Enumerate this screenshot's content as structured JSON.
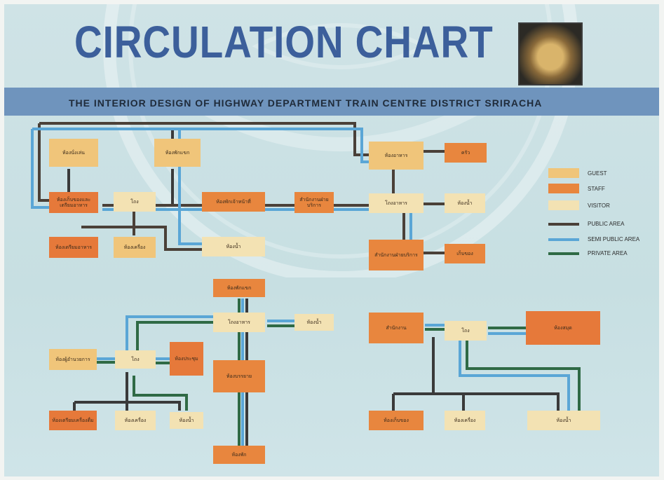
{
  "header": {
    "title": "CIRCULATION CHART",
    "subtitle": "THE   INTERIOR   DESIGN   OF   HIGHWAY   DEPARTMENT   TRAIN   CENTRE   DISTRICT   SRIRACHA"
  },
  "legend": {
    "guest": "GUEST",
    "staff": "STAFF",
    "visitor": "VISITOR",
    "public_area": "PUBLIC AREA",
    "semi_public_area": "SEMI PUBLIC AREA",
    "private_area": "PRIVATE AREA"
  },
  "colors": {
    "guest": "#f0c57a",
    "staff": "#e8863e",
    "visitor": "#f3e2b3",
    "public_line": "#4a4038",
    "semi_public_line": "#5aa6d6",
    "private_line": "#2f6a45"
  },
  "diagram_top": {
    "room_a": "ห้องนั่งเล่น",
    "room_b": "ห้องพักแขก",
    "room_c": "ห้องอาหาร",
    "room_d": "ครัว",
    "room_e": "ห้องเก็บของและเตรียมอาหาร",
    "room_f": "โถง",
    "room_g": "ห้องพักเจ้าหน้าที่",
    "room_h": "สำนักงานฝ่ายบริการ",
    "room_i": "โถงอาหาร",
    "room_j": "ห้องน้ำ",
    "room_k": "ห้องเตรียมอาหาร",
    "room_l": "ห้องเครื่อง",
    "room_m": "ห้องน้ำ",
    "room_n": "สำนักงานฝ่ายบริการ",
    "room_o": "เก็บของ"
  },
  "diagram_bottom_left": {
    "room_a": "ห้องพักแขก",
    "room_b": "โถงอาหาร",
    "room_c": "ห้องน้ำ",
    "room_d": "ห้องผู้อำนวยการ",
    "room_e": "โถง",
    "room_f": "ห้องประชุม",
    "room_g": "ห้องบรรยาย",
    "room_h": "ห้องเตรียมเครื่องดื่ม",
    "room_i": "ห้องเครื่อง",
    "room_j": "ห้องน้ำ",
    "room_k": "ห้องพัก"
  },
  "diagram_bottom_right": {
    "room_a": "สำนักงาน",
    "room_b": "โถง",
    "room_c": "ห้องสมุด",
    "room_d": "ห้องเก็บของ",
    "room_e": "ห้องเครื่อง",
    "room_f": "ห้องน้ำ"
  }
}
